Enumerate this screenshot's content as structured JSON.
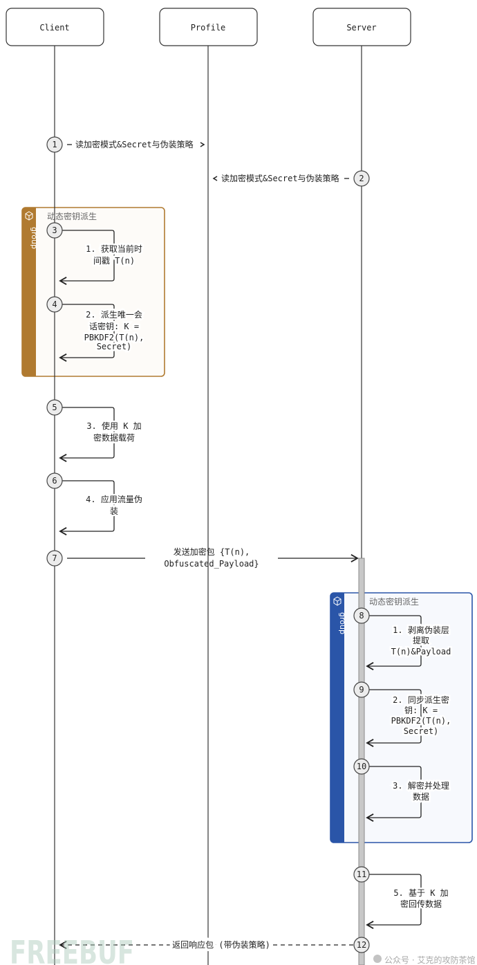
{
  "participants": [
    "Client",
    "Profile",
    "Server"
  ],
  "groups": [
    {
      "label": "group",
      "title": "动态密钥派生",
      "color": "#b07a30",
      "fill": "#fdfbf8"
    },
    {
      "label": "group",
      "title": "动态密钥派生",
      "color": "#2a55a8",
      "fill": "#f7f9fd"
    }
  ],
  "steps": [
    {
      "num": "1",
      "lines": [
        "读加密模式&Secret与伪装策略"
      ],
      "type": "dashed",
      "from": "Client",
      "to": "Profile"
    },
    {
      "num": "2",
      "lines": [
        "读加密模式&Secret与伪装策略"
      ],
      "type": "dashed",
      "from": "Server",
      "to": "Profile"
    },
    {
      "num": "3",
      "lines": [
        "1. 获取当前时",
        "间戳 T(n)"
      ],
      "type": "self",
      "from": "Client"
    },
    {
      "num": "4",
      "lines": [
        "2. 派生唯一会",
        "话密钥: K =",
        "PBKDF2(T(n),",
        "Secret)"
      ],
      "type": "self",
      "from": "Client"
    },
    {
      "num": "5",
      "lines": [
        "3. 使用 K 加",
        "密数据载荷"
      ],
      "type": "self",
      "from": "Client"
    },
    {
      "num": "6",
      "lines": [
        "4. 应用流量伪",
        "装"
      ],
      "type": "self",
      "from": "Client"
    },
    {
      "num": "7",
      "lines": [
        "发送加密包 {T(n),",
        "Obfuscated_Payload}"
      ],
      "type": "solid",
      "from": "Client",
      "to": "Server"
    },
    {
      "num": "8",
      "lines": [
        "1. 剥离伪装层",
        "提取",
        "T(n)&Payload"
      ],
      "type": "self",
      "from": "Server"
    },
    {
      "num": "9",
      "lines": [
        "2. 同步派生密",
        "钥: K =",
        "PBKDF2(T(n),",
        "Secret)"
      ],
      "type": "self",
      "from": "Server"
    },
    {
      "num": "10",
      "lines": [
        "3. 解密并处理",
        "数据"
      ],
      "type": "self",
      "from": "Server"
    },
    {
      "num": "11",
      "lines": [
        "5. 基于 K 加",
        "密回传数据"
      ],
      "type": "self",
      "from": "Server"
    },
    {
      "num": "12",
      "lines": [
        "返回响应包 (带伪装策略)"
      ],
      "type": "dashed",
      "from": "Server",
      "to": "Client"
    }
  ],
  "watermark": {
    "left": "FREEBUF",
    "right": "公众号 · 艾克的攻防茶馆"
  }
}
